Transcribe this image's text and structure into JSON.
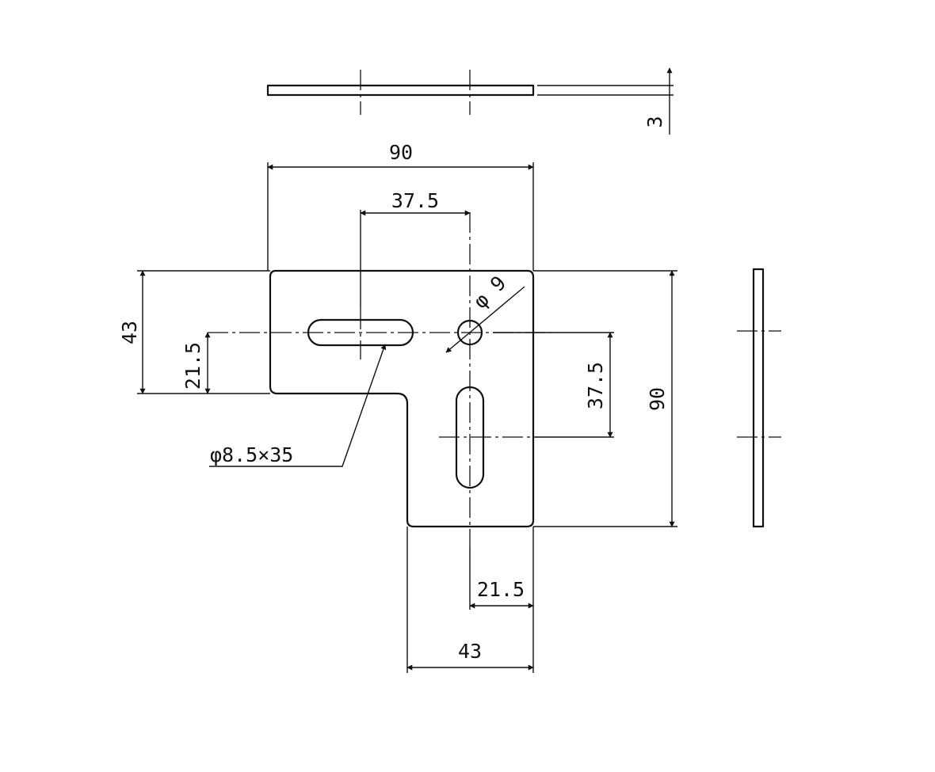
{
  "drawing": {
    "thickness_label": "3",
    "top_width_label": "90",
    "hole_offset_x_label": "37.5",
    "left_height_label": "43",
    "left_center_label": "21.5",
    "right_height_label": "90",
    "right_slot_label": "37.5",
    "bottom_center_label": "21.5",
    "bottom_width_label": "43",
    "hole_label": "φ 9",
    "slot_label": "φ8.5×35"
  }
}
